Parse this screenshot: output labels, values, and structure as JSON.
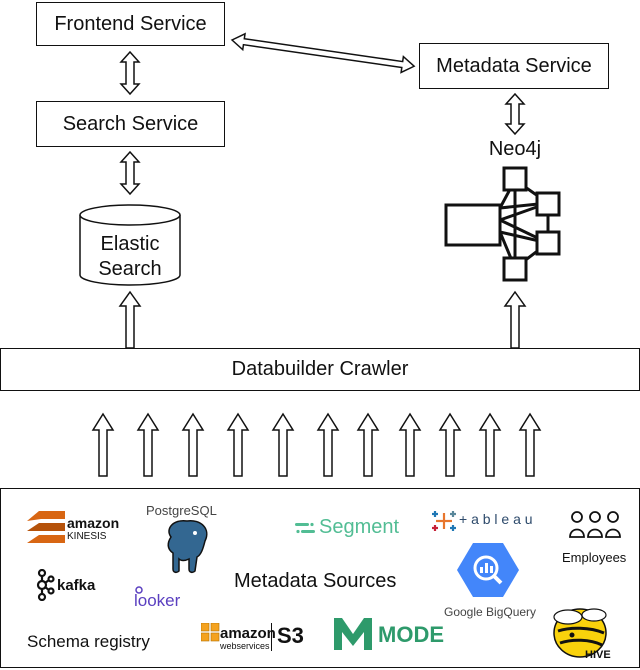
{
  "nodes": {
    "frontend": "Frontend Service",
    "metadata": "Metadata Service",
    "search": "Search Service",
    "neo4j": "Neo4j",
    "elastic_line1": "Elastic",
    "elastic_line2": "Search",
    "crawler": "Databuilder Crawler"
  },
  "sources": {
    "title": "Metadata Sources",
    "items": {
      "amazon_kinesis_1": "amazon",
      "amazon_kinesis_2": "KINESIS",
      "postgresql": "PostgreSQL",
      "segment": "Segment",
      "tableau": "+ a b l e a u",
      "employees": "Employees",
      "kafka": "kafka",
      "looker": "looker",
      "bigquery": "Google BigQuery",
      "schema_registry": "Schema registry",
      "aws_1": "amazon",
      "aws_2": "webservices",
      "s3": "S3",
      "mode": "MODE",
      "hive": "HIVE"
    }
  },
  "colors": {
    "kinesis": "#d86613",
    "postgres": "#336791",
    "segment": "#52bd94",
    "tableau": "#e8762d",
    "kafka": "#111111",
    "looker": "#5a3fc0",
    "bigquery": "#4386fa",
    "aws": "#f4a21f",
    "mode": "#2e9a6b",
    "hive": "#f9d20c"
  }
}
